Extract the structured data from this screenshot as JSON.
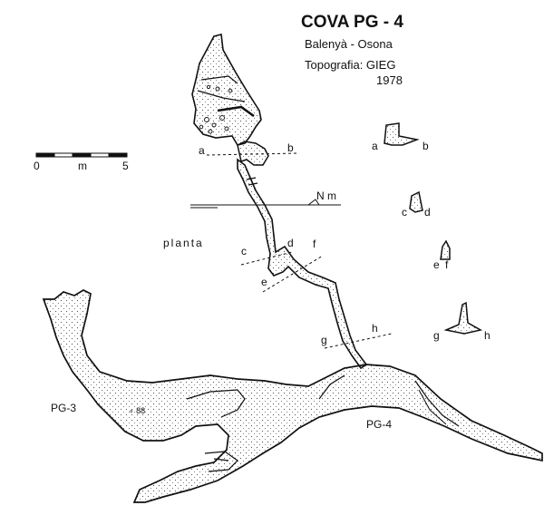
{
  "title": "COVA PG - 4",
  "location": "Balenyà - Osona",
  "survey": "Topografia: GIEG",
  "year": "1978",
  "scale": {
    "start": "0",
    "mid": "m",
    "end": "5"
  },
  "north": "N m",
  "plan_label": "planta",
  "sections": [
    "a",
    "b",
    "c",
    "d",
    "e",
    "f",
    "g",
    "h"
  ],
  "caves": {
    "left": "PG-3",
    "right": "PG-4"
  },
  "colors": {
    "ink": "#111111",
    "paper": "#ffffff",
    "stipple": "#555555"
  }
}
